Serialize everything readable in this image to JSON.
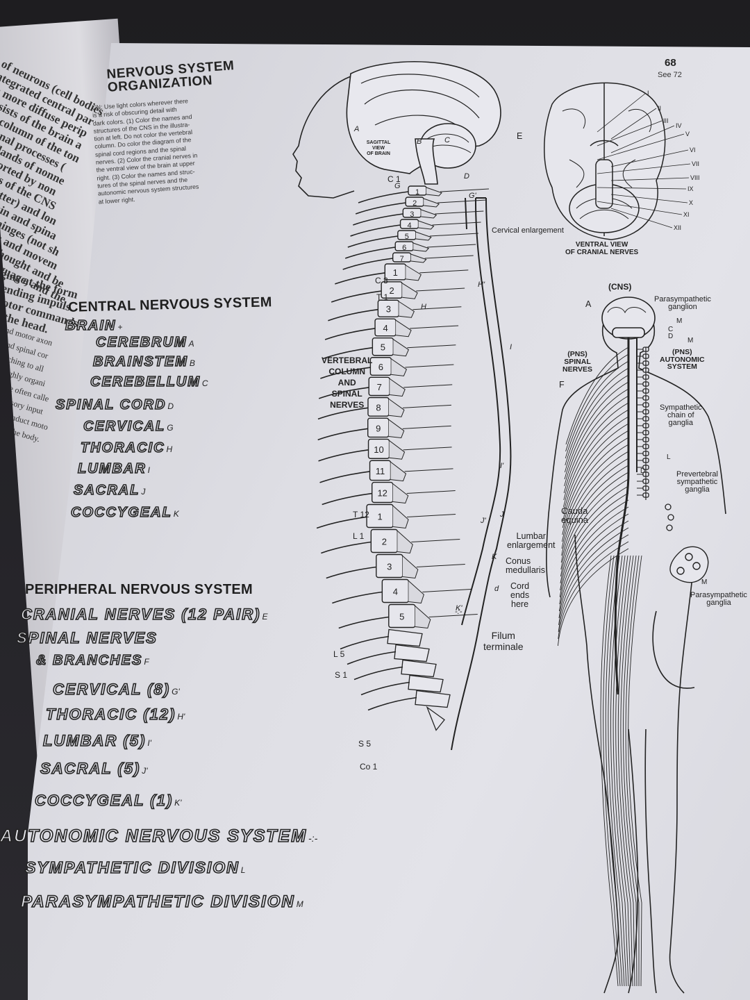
{
  "page": {
    "number": "68",
    "see_ref": "See 72",
    "title_line1": "NERVOUS SYSTEM",
    "title_line2": "ORGANIZATION",
    "instructions": [
      "CN: Use light colors wherever there",
      "is a risk of obscuring detail with",
      "dark colors. (1) Color the names and",
      "structures of the CNS in the illustra-",
      "tion at left. Do not color the vertebral",
      "column. Do color the diagram of the",
      "spinal cord regions and the spinal",
      "nerves. (2) Color the cranial nerves in",
      "the ventral view of the brain at upper",
      "right. (3) Color the names and struc-",
      "tures of the spinal nerves and the",
      "autonomic nervous system structures",
      "at lower right."
    ]
  },
  "left_page_fragments": [
    "ists of neurons (cell bodies",
    "y integrated central par",
    "d a more diffuse perip",
    "onsists of the brain a",
    "al column of the ton",
    "ronal processes (",
    "islands of nonne",
    "ported by non",
    "ns of the CNS",
    "atter) and lon",
    "ain and spina",
    "ninges (not sh",
    "s and movem",
    "hought and be",
    "guage, and the",
    "gins at the form",
    "ending impuls",
    "otor commands",
    "the head.",
    "nd motor axon",
    "nd spinal cor",
    "ching to all",
    "ghly organi",
    "e often calle",
    "sory input",
    "nduct moto",
    "he body."
  ],
  "cns": {
    "heading": "CENTRAL NERVOUS SYSTEM",
    "brain": {
      "label": "BRAIN",
      "sub": "+"
    },
    "cerebrum": {
      "label": "CEREBRUM",
      "sub": "A"
    },
    "brainstem": {
      "label": "BRAINSTEM",
      "sub": "B"
    },
    "cerebellum": {
      "label": "CEREBELLUM",
      "sub": "C"
    },
    "spinal_cord": {
      "label": "SPINAL CORD",
      "sub": "D"
    },
    "cervical": {
      "label": "CERVICAL",
      "sub": "G"
    },
    "thoracic": {
      "label": "THORACIC",
      "sub": "H"
    },
    "lumbar": {
      "label": "LUMBAR",
      "sub": "I"
    },
    "sacral": {
      "label": "SACRAL",
      "sub": "J"
    },
    "coccygeal": {
      "label": "COCCYGEAL",
      "sub": "K"
    }
  },
  "pns": {
    "heading": "PERIPHERAL NERVOUS SYSTEM",
    "cranial_nerves": {
      "label": "CRANIAL NERVES (12 PAIR)",
      "sub": "E"
    },
    "spinal_nerves": {
      "label": "SPINAL NERVES",
      "sub": ""
    },
    "branches": {
      "label": "& BRANCHES",
      "sub": "F"
    },
    "cervical8": {
      "label": "CERVICAL (8)",
      "sub": "G'"
    },
    "thoracic12": {
      "label": "THORACIC (12)",
      "sub": "H'"
    },
    "lumbar5": {
      "label": "LUMBAR (5)",
      "sub": "I'"
    },
    "sacral5": {
      "label": "SACRAL (5)",
      "sub": "J'"
    },
    "coccygeal1": {
      "label": "COCCYGEAL (1)",
      "sub": "K'"
    }
  },
  "ans": {
    "heading": {
      "label": "AUTONOMIC NERVOUS SYSTEM",
      "sub": "-:-"
    },
    "sympathetic": {
      "label": "SYMPATHETIC DIVISION",
      "sub": "L"
    },
    "parasympathetic": {
      "label": "PARASYMPATHETIC DIVISION",
      "sub": "M"
    }
  },
  "spine_diagram": {
    "sagittal_label": "SAGITTAL VIEW OF BRAIN",
    "center_label": [
      "VERTEBRAL",
      "COLUMN",
      "AND",
      "SPINAL",
      "NERVES"
    ],
    "cervical_numbers": [
      "1",
      "2",
      "3",
      "4",
      "5",
      "6",
      "7"
    ],
    "thoracic_numbers": [
      "1",
      "2",
      "3",
      "4",
      "5",
      "6",
      "7",
      "8",
      "9",
      "10",
      "11",
      "12"
    ],
    "lumbar_numbers": [
      "1",
      "2",
      "3",
      "4",
      "5"
    ],
    "level_labels": [
      "C 1",
      "C 8",
      "T 1",
      "T 12",
      "L 1",
      "L 5",
      "S 1",
      "S 5",
      "Co 1"
    ],
    "letters": [
      "A",
      "B",
      "C",
      "D",
      "G",
      "G'",
      "H",
      "H'",
      "I",
      "I'",
      "J",
      "J'",
      "K",
      "K'",
      "d",
      "-:-"
    ],
    "cervical_enlargement": "Cervical enlargement",
    "lumbar_enlargement": [
      "Lumbar",
      "enlargement"
    ],
    "conus": [
      "Conus",
      "medullaris"
    ],
    "cord_ends": [
      "Cord",
      "ends",
      "here"
    ],
    "filum": [
      "Filum",
      "terminale"
    ]
  },
  "cranial_diagram": {
    "caption": [
      "VENTRAL VIEW",
      "OF CRANIAL NERVES"
    ],
    "letter": "E",
    "numerals": [
      "I",
      "II",
      "III",
      "IV",
      "V",
      "VI",
      "VII",
      "VIII",
      "IX",
      "X",
      "XI",
      "XII"
    ]
  },
  "body_diagram": {
    "cns_label": "(CNS)",
    "letter_a": "A",
    "pns_label": [
      "(PNS)",
      "SPINAL",
      "NERVES"
    ],
    "letter_f": "F",
    "parasym_ganglion": [
      "Parasympathetic",
      "ganglion"
    ],
    "ans_label": [
      "(PNS)",
      "AUTONOMIC",
      "SYSTEM"
    ],
    "sym_chain": [
      "Sympathetic",
      "chain of",
      "ganglia"
    ],
    "prevertebral": [
      "Prevertebral",
      "sympathetic",
      "ganglia"
    ],
    "cauda": [
      "Cauda",
      "equina"
    ],
    "parasym_ganglia": [
      "Parasympathetic",
      "ganglia"
    ],
    "letters": [
      "M",
      "C",
      "D",
      "M",
      "L",
      "D",
      "M"
    ]
  }
}
